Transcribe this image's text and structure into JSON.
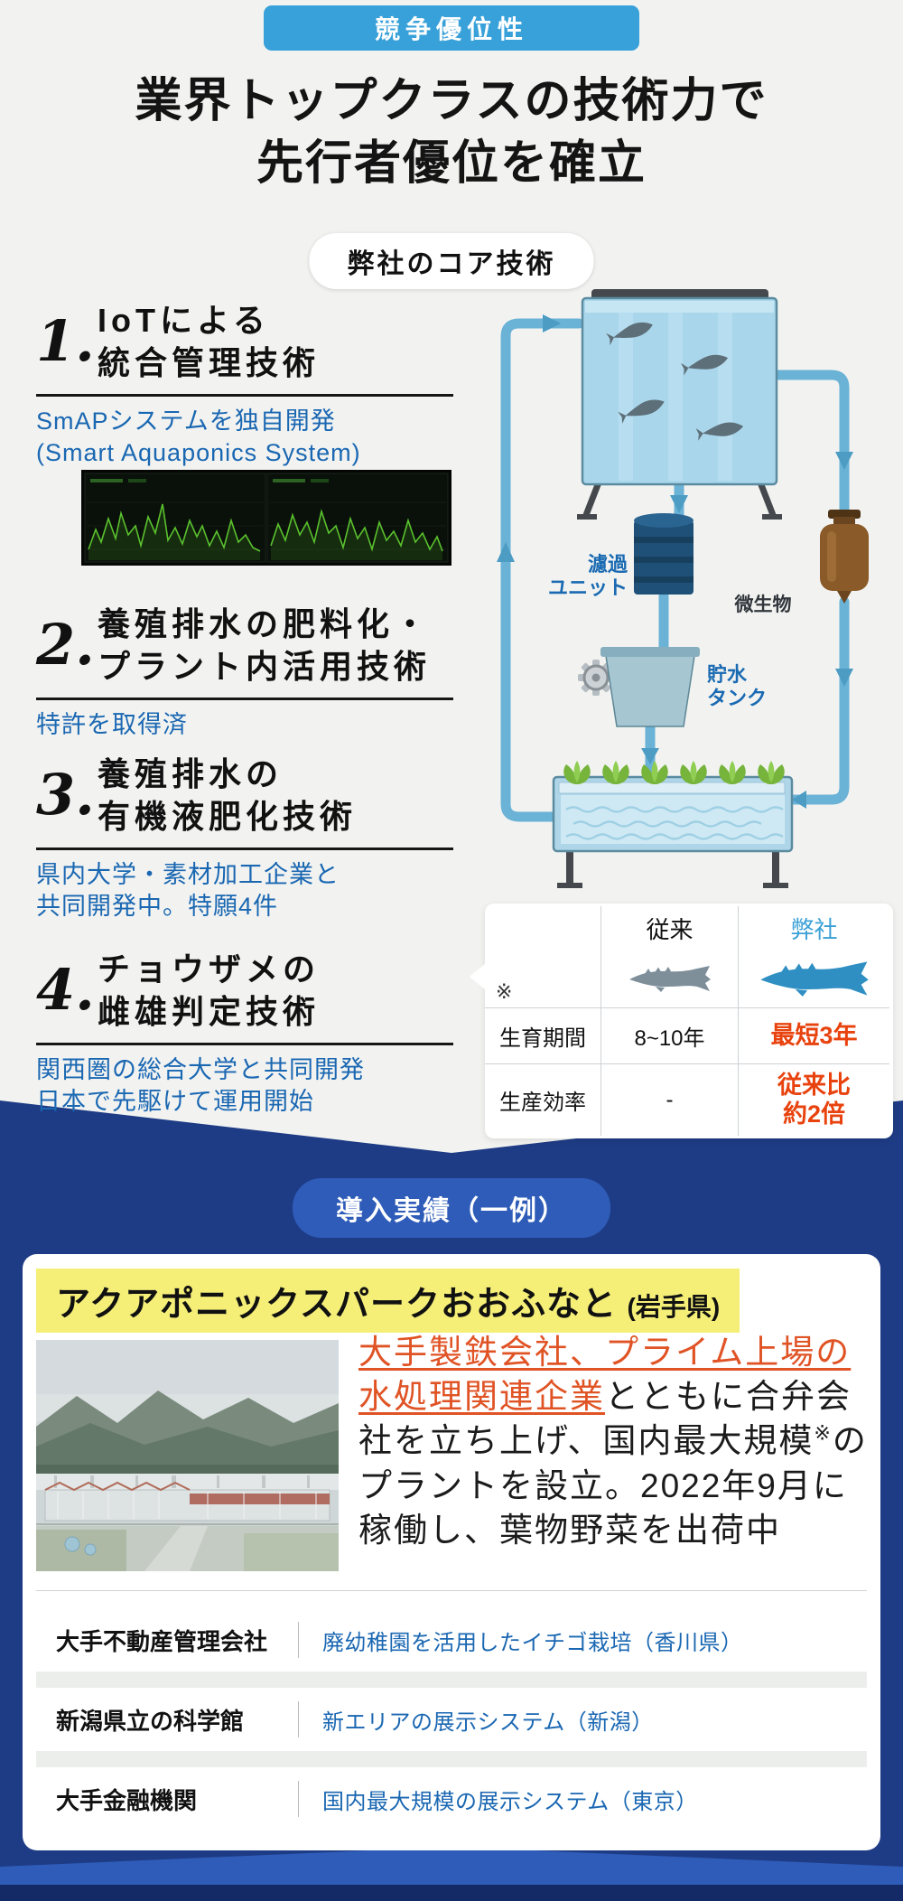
{
  "colors": {
    "badge_blue": "#38a1d9",
    "navy": "#1e3c85",
    "accent_blue": "#2e5cb8",
    "text_blue": "#1a67b2",
    "alert_red": "#e8430e",
    "highlight_yellow": "#f5ef78",
    "link_orange": "#e05325"
  },
  "header": {
    "badge": "競争優位性",
    "title_line1": "業界トップクラスの技術力で",
    "title_line2": "先行者優位を確立",
    "core_pill": "弊社のコア技術"
  },
  "technologies": [
    {
      "num": "1.",
      "title_line1": "IoTによる",
      "title_line2": "統合管理技術",
      "sub_line1": "SmAPシステムを独自開発",
      "sub_line2": "(Smart Aquaponics System)"
    },
    {
      "num": "2.",
      "title_line1": "養殖排水の肥料化・",
      "title_line2": "プラント内活用技術",
      "sub_line1": "特許を取得済",
      "sub_line2": ""
    },
    {
      "num": "3.",
      "title_line1": "養殖排水の",
      "title_line2": "有機液肥化技術",
      "sub_line1": "県内大学・素材加工企業と",
      "sub_line2": "共同開発中。特願4件"
    },
    {
      "num": "4.",
      "title_line1": "チョウザメの",
      "title_line2": "雌雄判定技術",
      "sub_line1": "関西圏の総合大学と共同開発",
      "sub_line2": "日本で先駆けて運用開始"
    }
  ],
  "diagram": {
    "filter_label_line1": "濾過",
    "filter_label_line2": "ユニット",
    "microbe_label": "微生物",
    "storage_label_line1": "貯水",
    "storage_label_line2": "タンク"
  },
  "comparison": {
    "note": "※",
    "col_conventional": "従来",
    "col_ours": "弊社",
    "row1_label": "生育期間",
    "row1_conventional": "8~10年",
    "row1_ours": "最短3年",
    "row2_label": "生産効率",
    "row2_conventional": "-",
    "row2_ours_line1": "従来比",
    "row2_ours_line2": "約2倍"
  },
  "results": {
    "pill": "導入実績（一例）",
    "feature_title": "アクアポニックスパークおおふなと",
    "feature_note": "(岩手県)",
    "link_text": "大手製鉄会社、プライム上場の水処理関連企業",
    "body_text1": "とともに合弁会社を立ち上げ、国内最大規模",
    "body_sup": "※",
    "body_text2": "のプラントを設立。2022年9月に稼働し、葉物野菜を出荷中",
    "clients": [
      {
        "name": "大手不動産管理会社",
        "desc": "廃幼稚園を活用したイチゴ栽培（香川県）"
      },
      {
        "name": "新潟県立の科学館",
        "desc": "新エリアの展示システム（新潟）"
      },
      {
        "name": "大手金融機関",
        "desc": "国内最大規模の展示システム（東京）"
      }
    ]
  }
}
